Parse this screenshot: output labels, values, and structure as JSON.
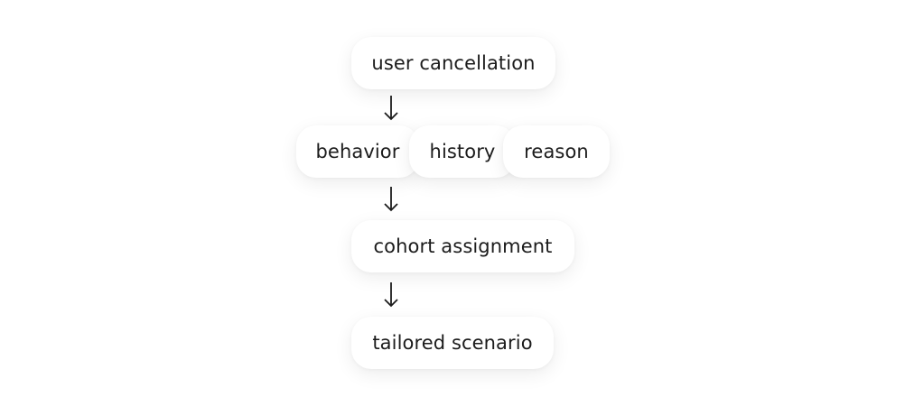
{
  "diagram": {
    "nodes": {
      "user_cancellation": "user cancellation",
      "behavior": "behavior",
      "history": "history",
      "reason": "reason",
      "cohort_assignment": "cohort assignment",
      "tailored_scenario": "tailored scenario"
    }
  }
}
